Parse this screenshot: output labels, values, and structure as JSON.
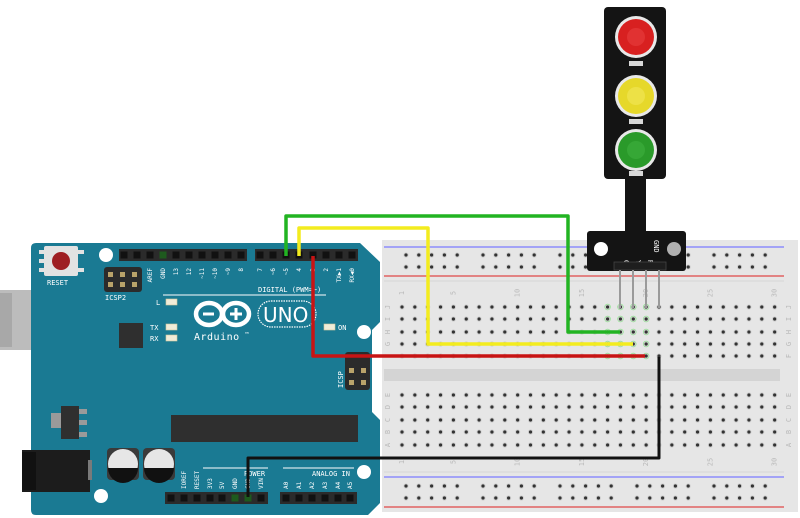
{
  "colors": {
    "board": "#1a7a93",
    "board_edge": "#16687e",
    "header": "#2b2b2b",
    "breadboard": "#e4e4e4",
    "breadboard_groove": "#d2d2d2",
    "rail_blue": "#7b7bff",
    "rail_red": "#e04848",
    "wire_green": "#22b422",
    "wire_yellow": "#f3ec1e",
    "wire_red": "#c81414",
    "wire_black": "#111111",
    "led_red": "#d82020",
    "led_yellow": "#e6d82a",
    "led_green": "#2a9a2a",
    "module_pcb": "#141414"
  },
  "arduino": {
    "reset_label": "RESET",
    "icsp2_label": "ICSP2",
    "icsp_label": "ICSP",
    "brand": "Arduino",
    "trademark": "TM",
    "model": "UNO",
    "digital_label": "DIGITAL (PWM=~)",
    "power_label": "POWER",
    "analog_label": "ANALOG IN",
    "on_label": "ON",
    "led_labels": [
      "L",
      "TX",
      "RX"
    ],
    "digital_high_pins": [
      "AREF",
      "GND",
      "13",
      "12",
      "~11",
      "~10",
      "~9",
      "8"
    ],
    "digital_low_pins": [
      "7",
      "~6",
      "~5",
      "4",
      "~3",
      "2",
      "TX▶1",
      "RX◀0"
    ],
    "power_pins": [
      "IOREF",
      "RESET",
      "3V3",
      "5V",
      "GND",
      "GND",
      "VIN"
    ],
    "analog_pins": [
      "A0",
      "A1",
      "A2",
      "A3",
      "A4",
      "A5"
    ]
  },
  "breadboard": {
    "columns": 30,
    "column_labels": [
      "1",
      "5",
      "10",
      "15",
      "20",
      "25",
      "30"
    ],
    "top_rows": [
      "J",
      "I",
      "H",
      "G",
      "F"
    ],
    "bottom_rows": [
      "E",
      "D",
      "C",
      "B",
      "A"
    ]
  },
  "traffic_light": {
    "pin_labels": [
      "G",
      "Y",
      "R",
      "GND"
    ],
    "lights": [
      "red",
      "yellow",
      "green"
    ]
  },
  "connections": [
    {
      "wire": "green",
      "from": "D5",
      "to": "breadboard column 17 row H",
      "signal": "G"
    },
    {
      "wire": "yellow",
      "from": "D4",
      "to": "breadboard column 18 row G",
      "signal": "Y"
    },
    {
      "wire": "red",
      "from": "D3",
      "to": "breadboard column 19 row F",
      "signal": "R"
    },
    {
      "wire": "black",
      "from": "GND (power header)",
      "to": "breadboard column 20 row F",
      "signal": "GND"
    }
  ]
}
